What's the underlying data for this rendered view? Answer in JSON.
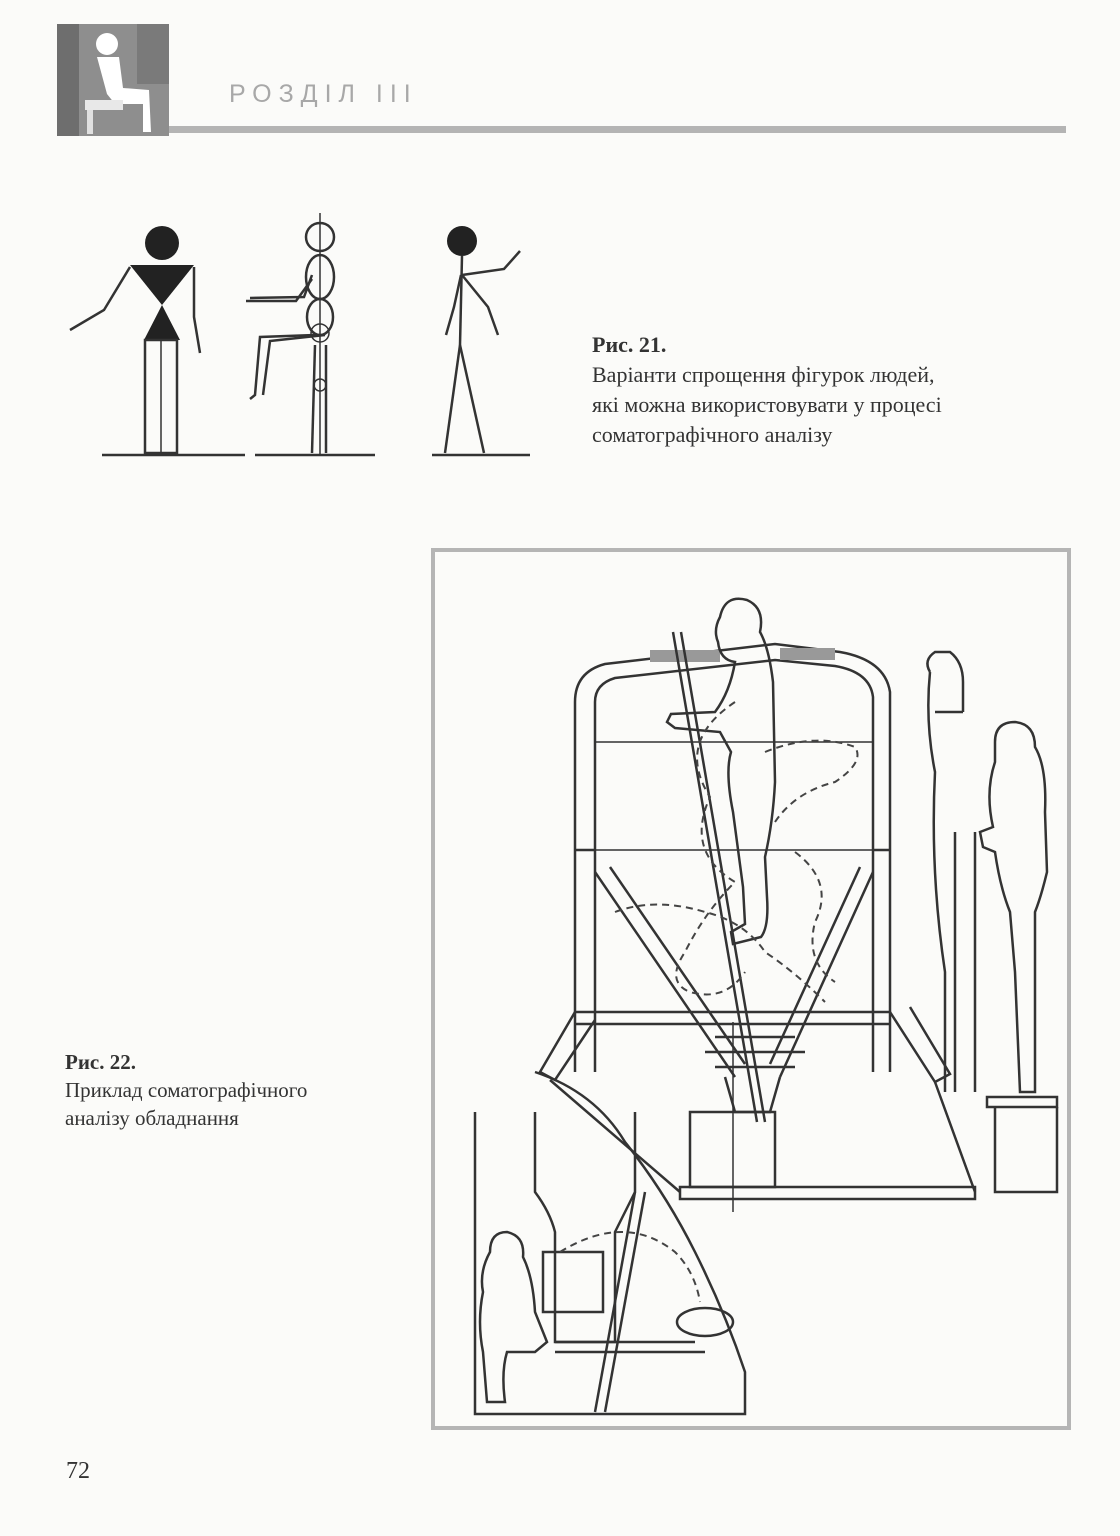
{
  "header": {
    "chapter_title": "РОЗДІЛ III",
    "icon": "seated-person-icon"
  },
  "figure21": {
    "label": "Рис. 21.",
    "caption_lines": [
      "Варіанти спрощення фігурок людей,",
      "які можна використовувати у процесі",
      "соматографічного аналізу"
    ]
  },
  "figure22": {
    "label": "Рис. 22.",
    "caption_lines": [
      "Приклад соматографічного",
      "аналізу обладнання"
    ]
  },
  "footer": {
    "page_number": "72"
  }
}
